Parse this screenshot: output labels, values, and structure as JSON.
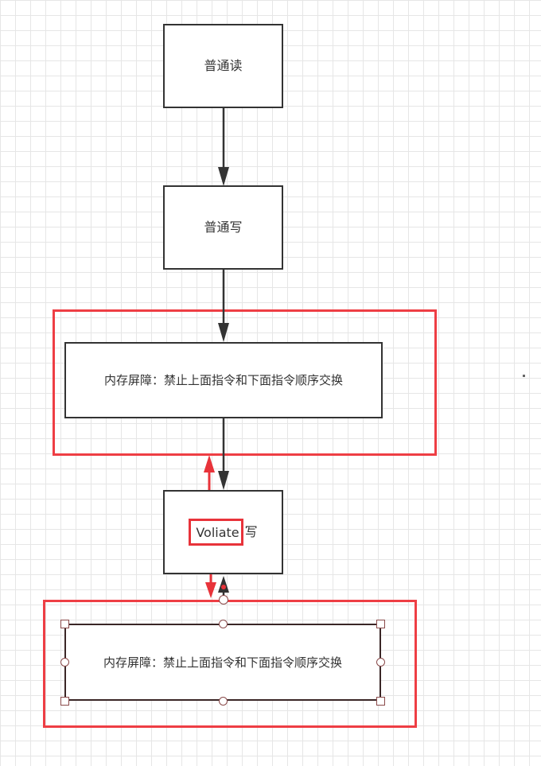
{
  "nodes": {
    "normal_read": "普通读",
    "normal_write": "普通写",
    "barrier_top": "内存屏障：禁止上面指令和下面指令顺序交换",
    "volatile_word": "Voliate",
    "volatile_suffix": "写",
    "barrier_bottom": "内存屏障：禁止上面指令和下面指令顺序交换"
  },
  "colors": {
    "line": "#333333",
    "highlight": "#ee3e44",
    "highlight_arrow": "#e8333a"
  }
}
